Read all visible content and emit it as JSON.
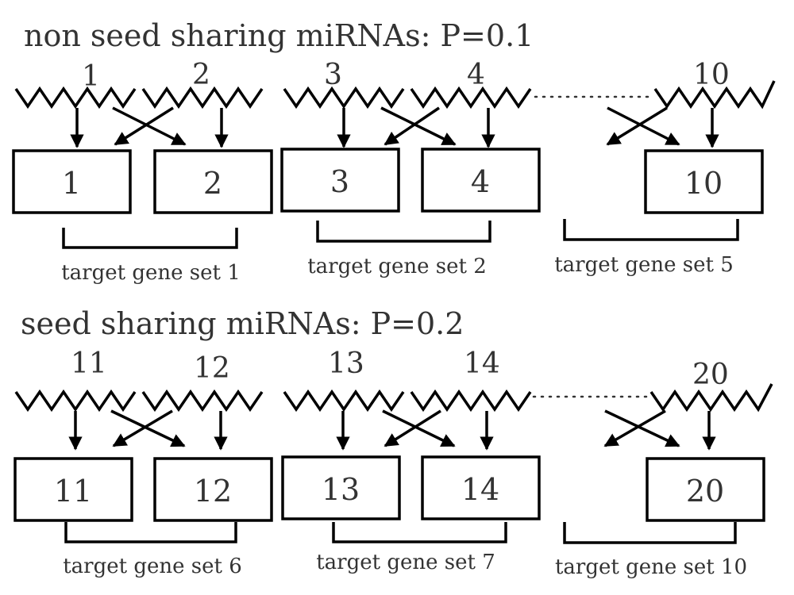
{
  "groups": [
    {
      "title": "non seed sharing miRNAs: P=0.1",
      "mirnas": [
        "1",
        "2",
        "3",
        "4",
        "10"
      ],
      "genes": [
        "1",
        "2",
        "3",
        "4",
        "10"
      ],
      "sets": [
        "target gene set 1",
        "target gene set 2",
        "target gene set 5"
      ]
    },
    {
      "title": "seed sharing miRNAs: P=0.2",
      "mirnas": [
        "11",
        "12",
        "13",
        "14",
        "20"
      ],
      "genes": [
        "11",
        "12",
        "13",
        "14",
        "20"
      ],
      "sets": [
        "target gene set 6",
        "target gene set 7",
        "target gene set 10"
      ]
    }
  ]
}
